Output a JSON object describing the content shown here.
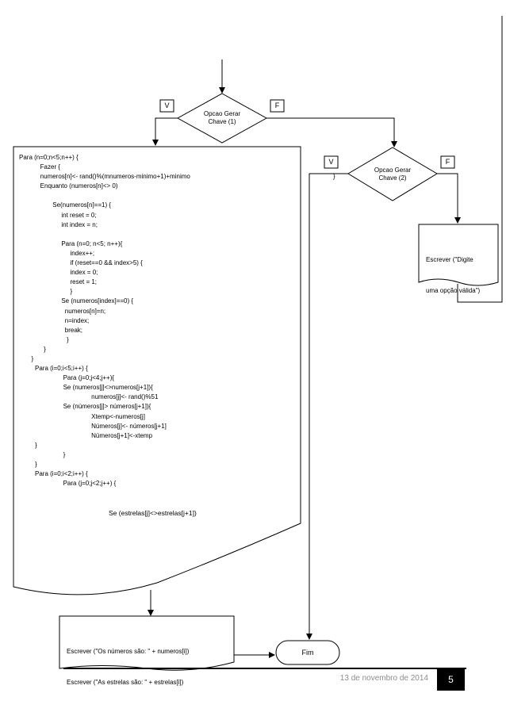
{
  "decision1": {
    "yes": "V",
    "no": "F",
    "text": [
      "Opcao Gerar",
      "Chave (1)"
    ]
  },
  "decision2": {
    "yes": "V",
    "no": "F",
    "text": [
      "Opcao Gerar",
      "Chave (2)"
    ]
  },
  "code_block": [
    "Para (n=0;n<5;n++) {",
    "            Fazer {",
    "            numeros[n]<- rand()%(mnumeros-minimo+1)+minimo                                                                                 }",
    "            Enquanto (numeros[n]<> 0)",
    "",
    "                   Se(numeros[n]==1) {",
    "                        int reset = 0;",
    "                        int index = n;",
    "",
    "                        Para (n=0; n<5; n++){",
    "                             index++;",
    "                             if (reset==0 && index>5) {",
    "                             index = 0;",
    "                             reset = 1;",
    "                             }",
    "                        Se (numeros[index]==0) {",
    "                          numeros[n]=n;",
    "                          n=index;",
    "                          break;",
    "                           }",
    "              }",
    "       }",
    "         Para (i=0;i<5;i++) {",
    "                         Para (j=0;j<4;j++){",
    "                         Se (numeros[j]<>numeros[j+1]){",
    "                                         numeros[j]<- rand()%51",
    "                         Se (números[j]> números[j+1]){",
    "                                         Xtemp<-numeros[j]",
    "                                         Números[j]<- números[j+1]",
    "                                         Números[j+1]<-xtemp",
    "         }",
    "                         }",
    "         }",
    "         Para (i=0;i<2;i++) {",
    "                         Para (j=0;j<2;j++) {"
  ],
  "code_last": "Se (estrelas[j]<>estrelas[j+1])",
  "output_block": [
    "Escrever (\"Os números são: \" + numeros[i])",
    "Escrever (\"As estrelas são: \" + estrelas[i])"
  ],
  "error_block": [
    "Escrever (\"Digite",
    "uma opção válida\")"
  ],
  "terminal": "Fim",
  "footer": {
    "date": "13 de novembro de 2014",
    "page": "5"
  }
}
